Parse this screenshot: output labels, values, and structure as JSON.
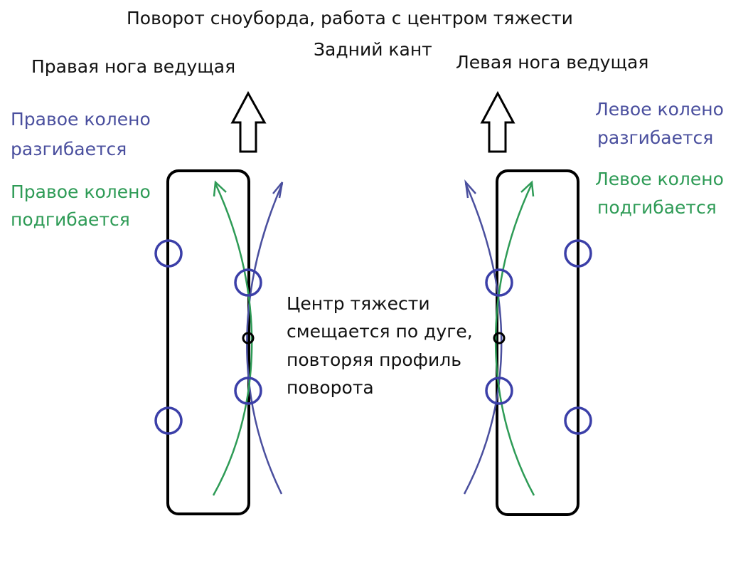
{
  "title": "Поворот сноуборда, работа с центром тяжести",
  "edge_label": "Задний кант",
  "left_panel": {
    "heading": "Правая нога ведущая",
    "extend_line1": "Правое колено",
    "extend_line2": "разгибается",
    "bend_line1": "Правое колено",
    "bend_line2": "подгибается"
  },
  "right_panel": {
    "heading": "Левая нога ведущая",
    "extend_line1": "Левое колено",
    "extend_line2": "разгибается",
    "bend_line1": "Левое колено",
    "bend_line2": "подгибается"
  },
  "center_note": {
    "line1": "Центр тяжести",
    "line2": "смещается по дуге,",
    "line3": "повторяя профиль",
    "line4": "поворота"
  },
  "colors": {
    "outline": "#000000",
    "extend": "#4a4f9e",
    "bend": "#2e9b56",
    "binding_circle": "#3b3fa8"
  }
}
